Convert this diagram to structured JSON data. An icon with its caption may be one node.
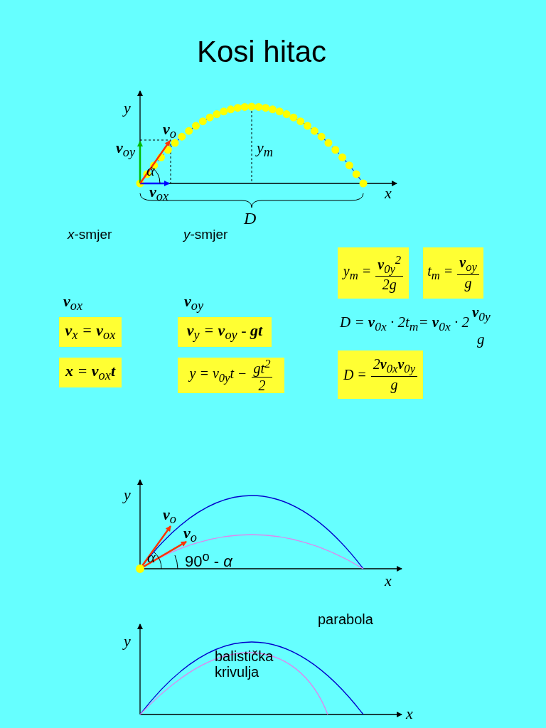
{
  "diagram": {
    "title": "Kosi hitac",
    "nodes": [
      {
        "text": [
          "y$_{m}$ =",
          "**v**$_{0y}$$^{2}$",
          "2g"
        ]
      },
      {
        "text": [
          "t$_{m}$ =",
          "**v**$_{oy}$",
          "g"
        ]
      },
      {
        "text": [
          "**v**$_{x}$ = **v**$_{ox}$"
        ]
      },
      {
        "text": [
          "**v**$_{y}$ = **v**$_{oy}$ - **gt**"
        ]
      },
      {
        "text": [
          "**x** = **v**$_{ox}$**t**"
        ]
      },
      {
        "text": [
          "y = v$_{0y}$t −",
          "gt$^{2}$",
          "2"
        ]
      },
      {
        "text": [
          "D =",
          "2**v**$_{0x}$**v**$_{0y}$",
          "g"
        ]
      }
    ],
    "labels": [
      "y",
      "**v**$_{o}$",
      "**v**$_{oy}$",
      "α",
      "**v**$_{ox}$",
      "y$_{m}$",
      "x",
      "D",
      "*x*-smjer",
      "*y*-smjer",
      "**v**$_{ox}$",
      "**v**$_{oy}$",
      "D = **v**$_{0x}$ · 2t$_{m}$= **v**$_{0x}$ · 2",
      "**v**$_{0y}$",
      "g",
      "y",
      "**v**$_{o}$",
      "**v**$_{o}$",
      "α",
      "90$^{o}$ - *α*",
      "x",
      "parabola",
      "y",
      "balistička krivulja",
      "x"
    ]
  }
}
